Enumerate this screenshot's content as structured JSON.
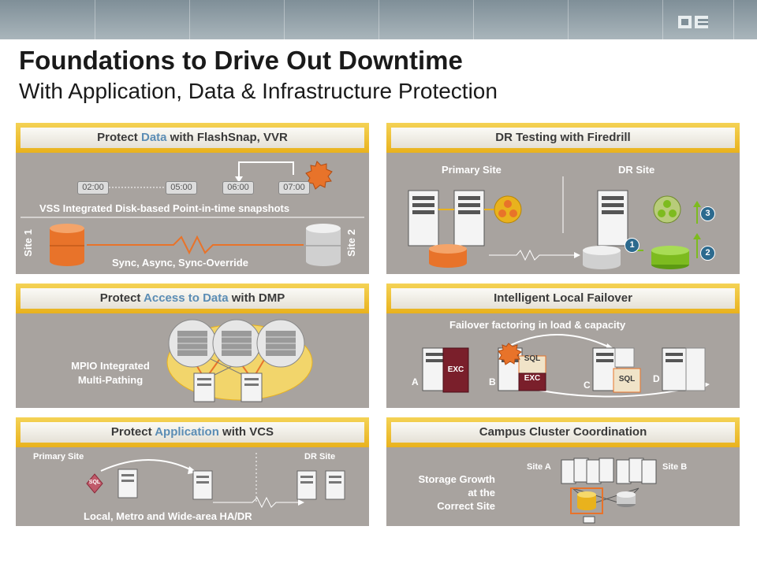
{
  "header": {
    "title": "Foundations to Drive Out Downtime",
    "subtitle": "With Application, Data & Infrastructure Protection"
  },
  "panel_data": {
    "banner_pre": "Protect ",
    "banner_hl": "Data",
    "banner_post": " with FlashSnap, VVR",
    "times": [
      "02:00",
      "05:00",
      "06:00",
      "07:00"
    ],
    "snap_caption": "VSS Integrated Disk-based Point-in-time snapshots",
    "site1": "Site 1",
    "site2": "Site 2",
    "sync_caption": "Sync, Async, Sync-Override"
  },
  "panel_access": {
    "banner_pre": "Protect ",
    "banner_hl": "Access to Data",
    "banner_post": " with DMP",
    "mpio_line1": "MPIO Integrated",
    "mpio_line2": "Multi-Pathing"
  },
  "panel_app": {
    "banner_pre": "Protect ",
    "banner_hl": "Application",
    "banner_post": " with VCS",
    "primary_site": "Primary Site",
    "dr_site": "DR Site",
    "caption": "Local, Metro and Wide-area HA/DR",
    "sql": "SQL"
  },
  "panel_dr": {
    "banner": "DR Testing with Firedrill",
    "primary_site": "Primary Site",
    "dr_site": "DR Site",
    "steps": [
      "1",
      "2",
      "3"
    ]
  },
  "panel_failover": {
    "banner": "Intelligent Local Failover",
    "caption": "Failover factoring in load & capacity",
    "nodes": [
      "A",
      "B",
      "C",
      "D"
    ],
    "exc": "EXC",
    "sql": "SQL"
  },
  "panel_campus": {
    "banner": "Campus Cluster Coordination",
    "site_a": "Site A",
    "site_b": "Site B",
    "growth_line1": "Storage Growth",
    "growth_line2": "at the",
    "growth_line3": "Correct Site"
  },
  "colors": {
    "accent": "#5b8db5",
    "banner_gold": "#e9b21d",
    "panel_bg": "#a8a39f",
    "badge": "#2c6a8e",
    "orange_disk": "#e8732a",
    "green_disk": "#7dbb1f"
  },
  "icons": [
    "server-icon",
    "disk-icon",
    "cluster-icon",
    "burst-icon",
    "company-logo-icon"
  ]
}
